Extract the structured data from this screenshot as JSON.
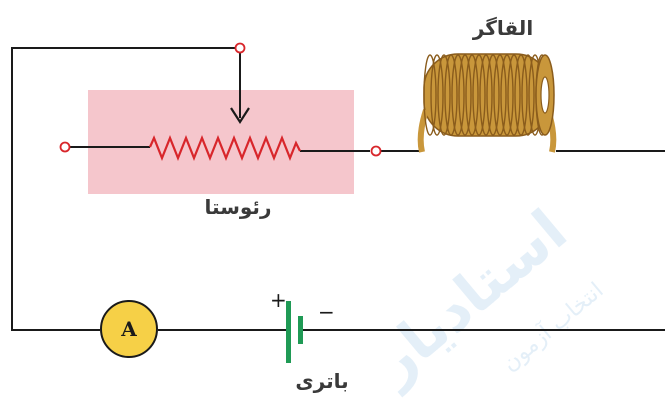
{
  "labels": {
    "inductor": "القاگر",
    "rheostat": "رئوستا",
    "battery": "باتری",
    "ammeter": "A",
    "plus": "+",
    "minus": "−"
  },
  "colors": {
    "wire": "#1a1a1a",
    "rheostat_box": "#f5c6cc",
    "resistor": "#d8262b",
    "terminal": "#d8262b",
    "coil": "#c9973b",
    "coil_dark": "#8a5c1c",
    "ammeter_fill": "#f6d047",
    "battery": "#1f9a55",
    "watermark": "#cfe3f3"
  },
  "watermark": {
    "line1": "استادیار",
    "line2": "انتخاب آزمون"
  }
}
